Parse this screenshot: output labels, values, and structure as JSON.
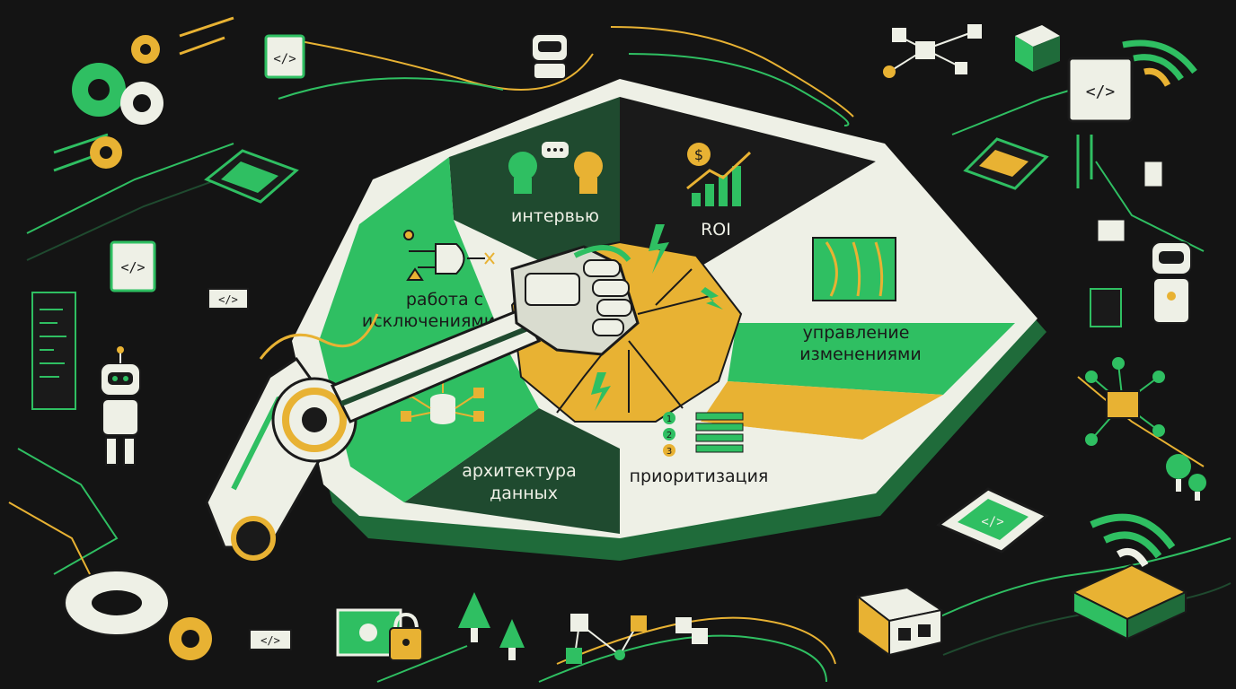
{
  "diagram": {
    "segments": [
      {
        "id": "interview",
        "label_lines": [
          "интервью"
        ]
      },
      {
        "id": "roi",
        "label_lines": [
          "ROI"
        ],
        "icon_text": "$"
      },
      {
        "id": "change",
        "label_lines": [
          "управление",
          "изменениями"
        ]
      },
      {
        "id": "prioritization",
        "label_lines": [
          "приоритизация"
        ],
        "icon_text": [
          "1",
          "2",
          "3"
        ]
      },
      {
        "id": "data-architecture",
        "label_lines": [
          "архитектура",
          "данных"
        ]
      },
      {
        "id": "exceptions",
        "label_lines": [
          "работа с",
          "исключениями"
        ]
      }
    ],
    "code_badge_text": "</>"
  },
  "colors": {
    "background": "#141414",
    "green": "#2fbf62",
    "dark_green": "#1f4a2f",
    "yellow": "#e8b233",
    "cream": "#eef0e6",
    "near_black": "#1a1a1a"
  }
}
